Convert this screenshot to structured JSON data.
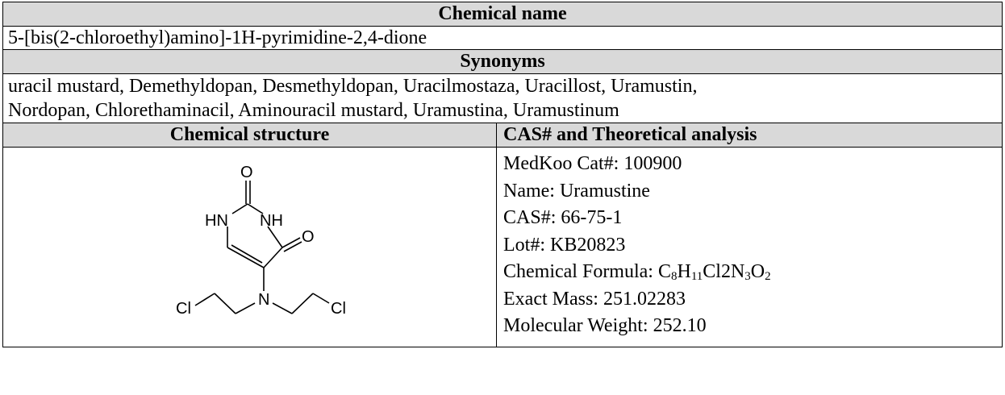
{
  "chemical_name": {
    "header": "Chemical name",
    "value": "5-[bis(2-chloroethyl)amino]-1H-pyrimidine-2,4-dione"
  },
  "synonyms": {
    "header": "Synonyms",
    "line1": "uracil mustard, Demethyldopan, Desmethyldopan, Uracilmostaza, Uracillost, Uramustin,",
    "line2": "Nordopan, Chlorethaminacil, Aminouracil mustard, Uramustina, Uramustinum"
  },
  "structure": {
    "header": "Chemical structure",
    "atoms": {
      "o_top": "O",
      "hn": "HN",
      "nh": "NH",
      "o_right": "O",
      "n": "N",
      "cl_left": "Cl",
      "cl_right": "Cl"
    }
  },
  "analysis": {
    "header": "CAS# and Theoretical analysis",
    "cat": "MedKoo Cat#: 100900",
    "name": "Name: Uramustine",
    "cas": "CAS#: 66-75-1",
    "lot": "Lot#: KB20823",
    "formula": {
      "label": "Chemical Formula: ",
      "parts": [
        "C",
        "8",
        "H",
        "11",
        "Cl2N",
        "3",
        "O",
        "2"
      ]
    },
    "exact_mass": "Exact Mass: 251.02283",
    "mw": "Molecular Weight: 252.10"
  }
}
